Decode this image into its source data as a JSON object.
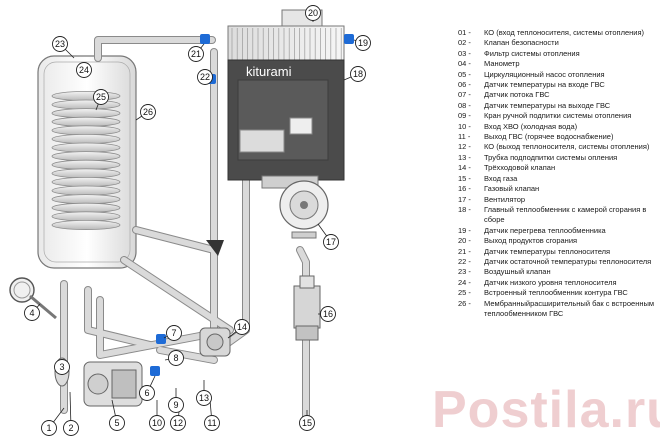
{
  "brand_logo": "kiturami",
  "legend": [
    {
      "num": "01 -",
      "text": "КО (вход теплоносителя, системы отопления)"
    },
    {
      "num": "02 -",
      "text": "Клапан безопасности"
    },
    {
      "num": "03 -",
      "text": "Фильтр системы отопления"
    },
    {
      "num": "04 -",
      "text": "Манометр"
    },
    {
      "num": "05 -",
      "text": "Циркуляционный насос отопления"
    },
    {
      "num": "06 -",
      "text": "Датчик температуры на входе ГВС"
    },
    {
      "num": "07 -",
      "text": "Датчик потока ГВС"
    },
    {
      "num": "08 -",
      "text": "Датчик температуры на выходе ГВС"
    },
    {
      "num": "09 -",
      "text": "Кран ручной подпитки системы отопления"
    },
    {
      "num": "10 -",
      "text": "Вход ХВО (холодная вода)"
    },
    {
      "num": "11 -",
      "text": "Выход ГВС (горячее водоснабжение)"
    },
    {
      "num": "12 -",
      "text": "КО (выход теплоносителя, системы отопления)"
    },
    {
      "num": "13 -",
      "text": "Трубка подподпитки  системы опления"
    },
    {
      "num": "14 -",
      "text": "Трёхходовой клапан"
    },
    {
      "num": "15 -",
      "text": "Вход газа"
    },
    {
      "num": "16 -",
      "text": "Газовый клапан"
    },
    {
      "num": "17 -",
      "text": "Вентилятор"
    },
    {
      "num": "18 -",
      "text": "Главный теплообменник с камерой сгорания в сборе"
    },
    {
      "num": "19 -",
      "text": "Датчик перегрева теплообменника"
    },
    {
      "num": "20 -",
      "text": "Выход продуктов сгорания"
    },
    {
      "num": "21 -",
      "text": "Датчик температуры теплоносителя"
    },
    {
      "num": "22 -",
      "text": "Датчик остаточной температуры теплоносителя"
    },
    {
      "num": "23 -",
      "text": "Воздушный клапан"
    },
    {
      "num": "24 -",
      "text": "Датчик низкого уровня теплоносителя"
    },
    {
      "num": "25 -",
      "text": "Встроенный  теплообменник  контура ГВС"
    },
    {
      "num": "26 -",
      "text": "Мембранныйрасширительный  бак с встроенным теплообменником ГВС"
    }
  ],
  "callouts": [
    "1",
    "2",
    "3",
    "4",
    "5",
    "6",
    "7",
    "8",
    "9",
    "10",
    "11",
    "12",
    "13",
    "14",
    "15",
    "16",
    "17",
    "18",
    "19",
    "20",
    "21",
    "22",
    "23",
    "24",
    "25",
    "26"
  ],
  "watermark": "Postila.ru",
  "colors": {
    "pipe": "#d2d2d2",
    "pipe_edge": "#8a8a8a",
    "sensor": "#1e6bd6",
    "line": "#222222"
  }
}
